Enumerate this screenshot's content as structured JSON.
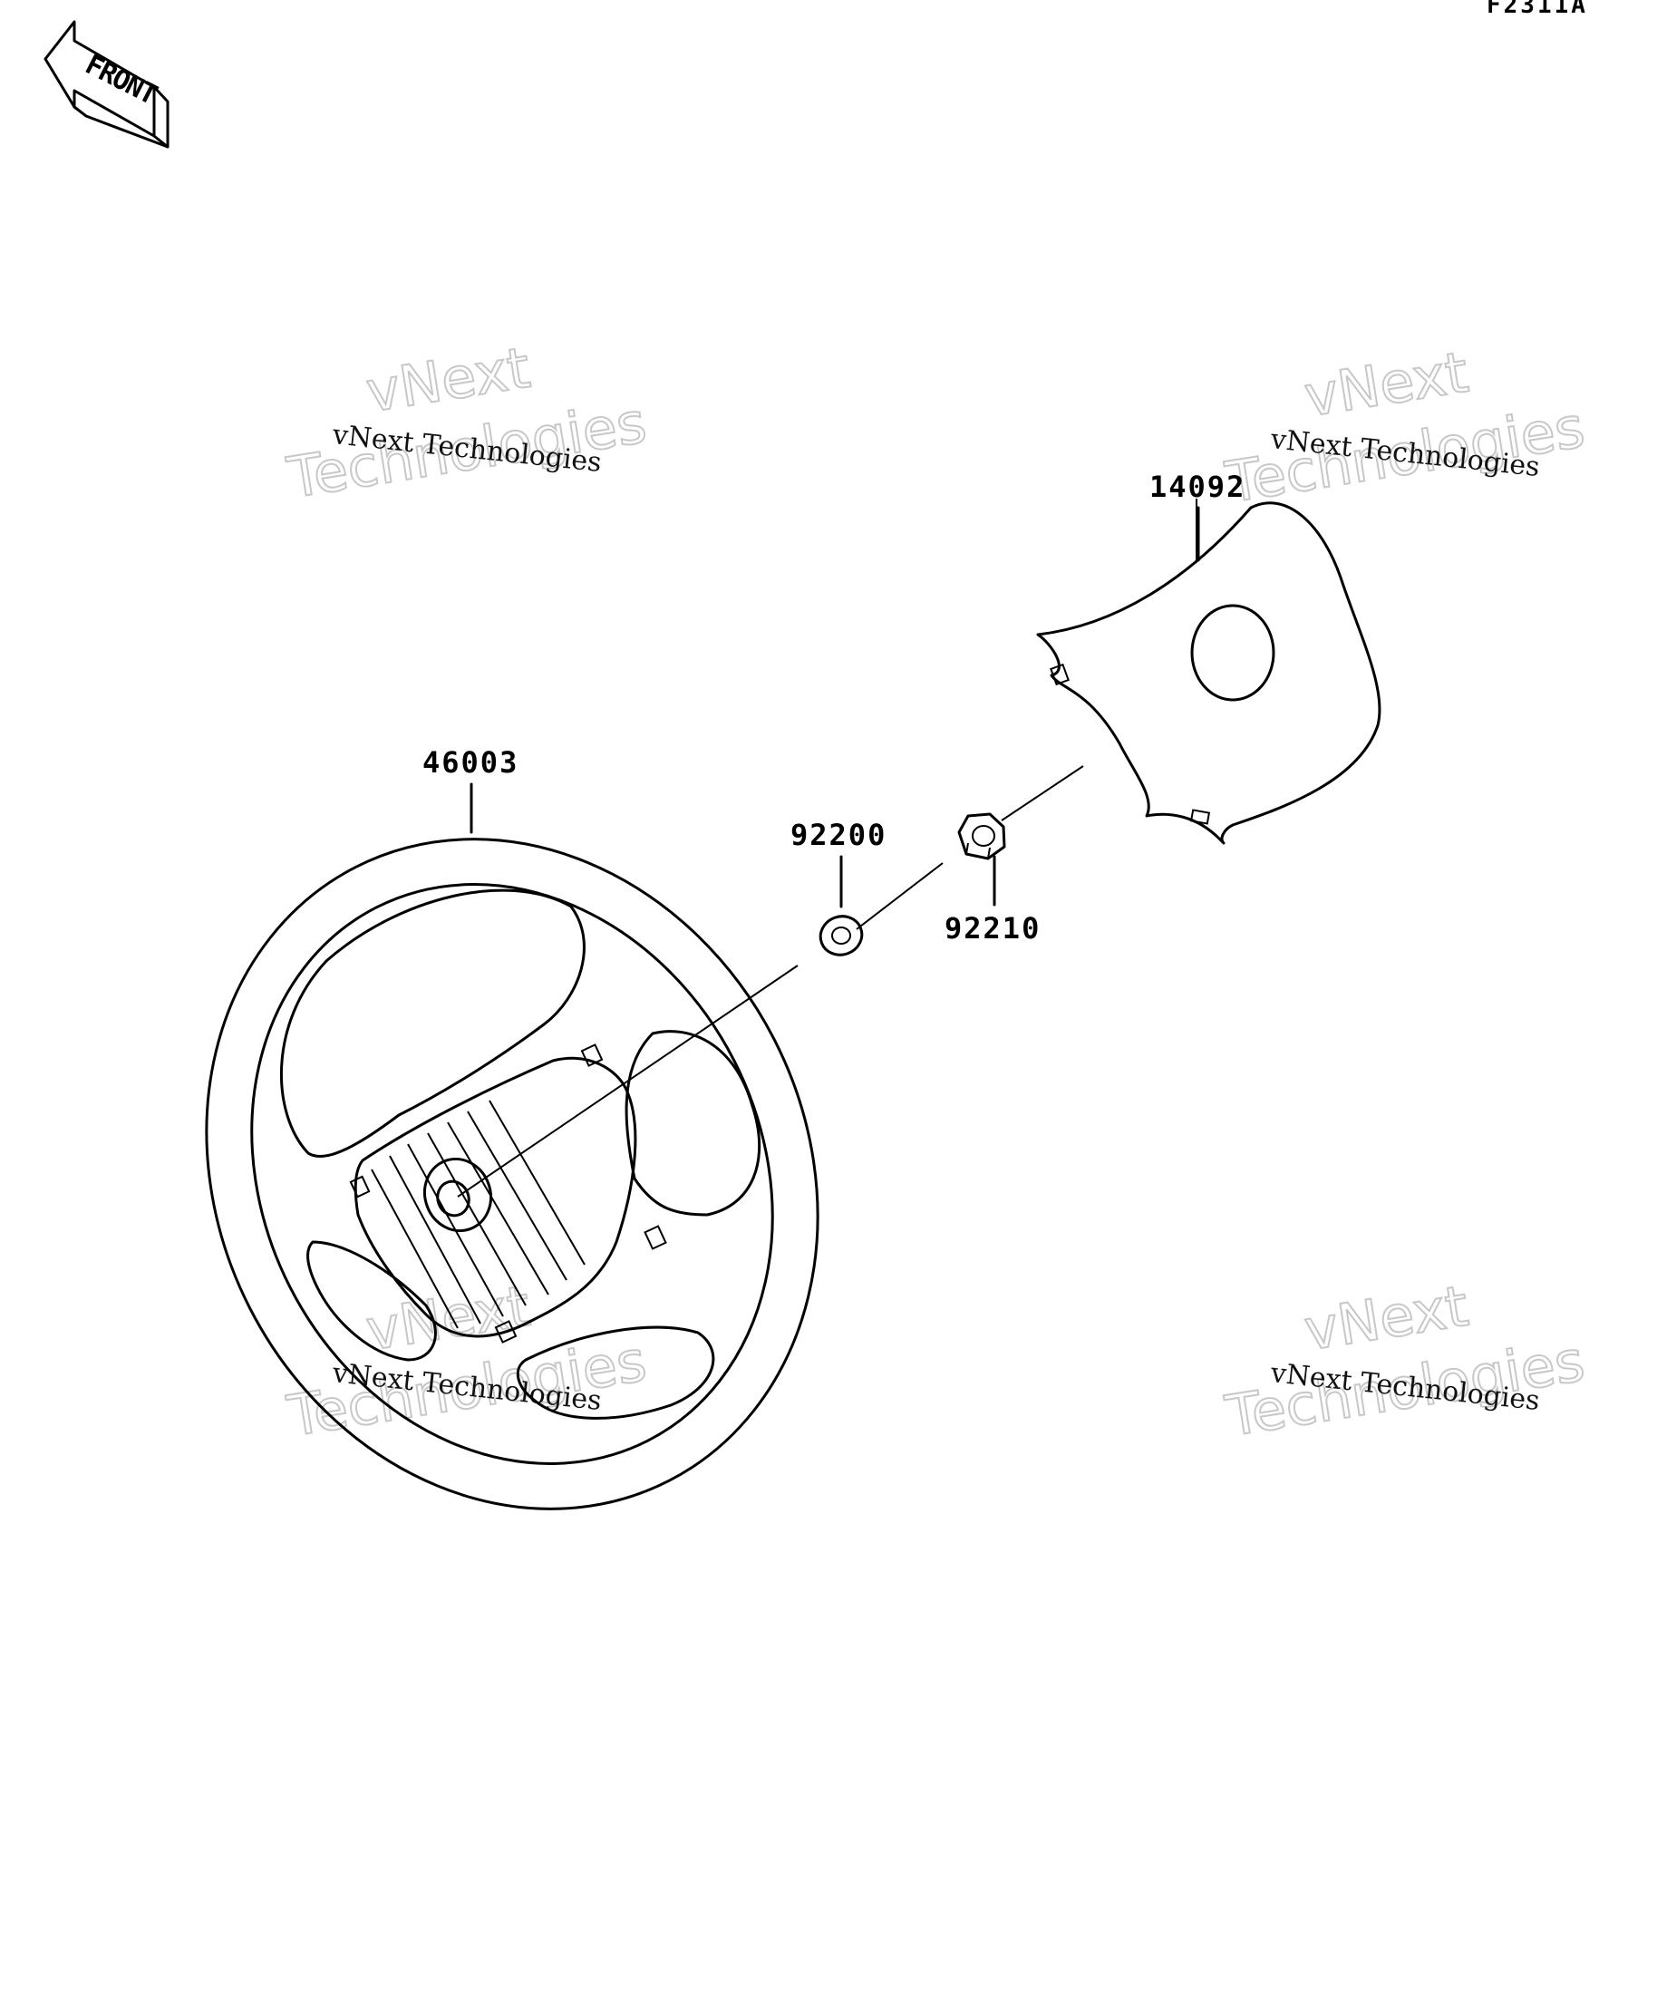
{
  "figure_code": "F2311A",
  "front_indicator": {
    "label": "FRONT"
  },
  "parts": [
    {
      "id": "14092"
    },
    {
      "id": "46003"
    },
    {
      "id": "92200"
    },
    {
      "id": "92210"
    }
  ],
  "watermarks": [
    {
      "line1": "vNext Technologies",
      "big_a": "vNext",
      "big_b": "Technologies"
    },
    {
      "line1": "vNext Technologies",
      "big_a": "vNext",
      "big_b": "Technologies"
    },
    {
      "line1": "vNext Technologies",
      "big_a": "vNext",
      "big_b": "Technologies"
    },
    {
      "line1": "vNext Technologies",
      "big_a": "vNext",
      "big_b": "Technologies"
    }
  ]
}
